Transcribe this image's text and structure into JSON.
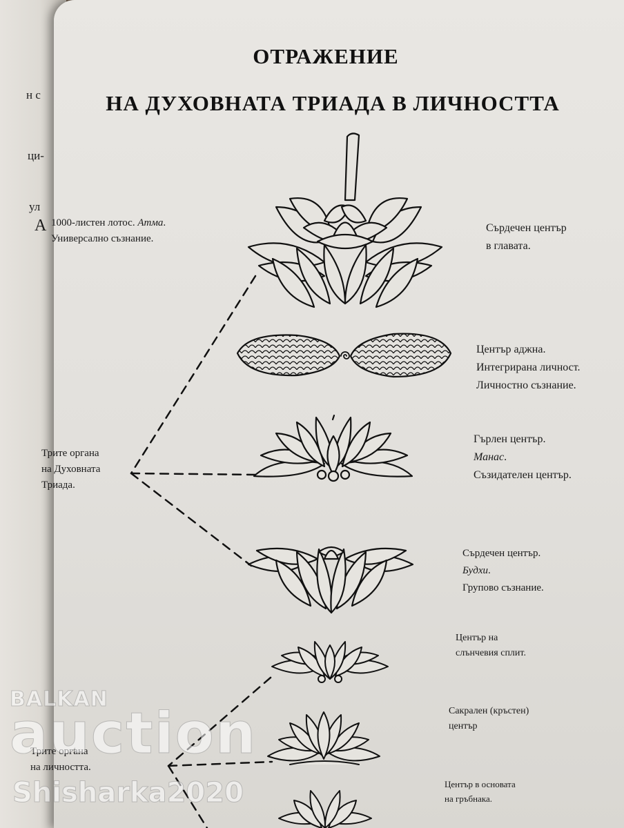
{
  "left_page": {
    "fragments": [
      "н с",
      "ци-",
      "ул",
      "А"
    ]
  },
  "title": {
    "line1": "ОТРАЖЕНИЕ",
    "line2": "НА ДУХОВНАТА ТРИАДА В ЛИЧНОСТТА"
  },
  "left_labels": {
    "lotus1000": {
      "line1_plain": "1000-листен лотос. ",
      "line1_italic": "Атма",
      "line1_end": ".",
      "line2": "Универсално съзнание."
    },
    "spiritual_triad": [
      "Трите органа",
      "на Духовната",
      "Триада."
    ],
    "personality": [
      "Трите органа",
      "на личността."
    ]
  },
  "right_labels": {
    "head_heart": [
      "Сърдечен център",
      "в главата."
    ],
    "ajna": [
      "Център аджна.",
      "Интегрирана личност.",
      "Личностно съзнание."
    ],
    "throat": {
      "line1": "Гърлен център.",
      "line2_italic": "Манас",
      "line2_end": ".",
      "line3": "Съзидателен център."
    },
    "heart": {
      "line1": "Сърдечен център.",
      "line2_italic": "Будхи",
      "line2_end": ".",
      "line3": "Групово съзнание."
    },
    "solar": [
      "Център на",
      "слънчевия сплит."
    ],
    "sacral": [
      "Сакрален (кръстен)",
      "център"
    ],
    "base": [
      "Център в основата",
      "на гръбнака."
    ]
  },
  "watermark": {
    "line1": "BALKAN",
    "line2": "auction",
    "line3": "Shisharka2020"
  }
}
